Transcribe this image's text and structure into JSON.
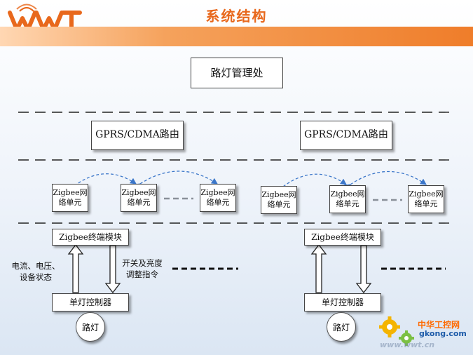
{
  "header": {
    "title": "系统结构",
    "logo_text": "WWT"
  },
  "top": {
    "management_label": "路灯管理处"
  },
  "routers": [
    {
      "label": "GPRS/CDMA路由"
    },
    {
      "label": "GPRS/CDMA路由"
    }
  ],
  "zigbee_nodes_left": [
    {
      "line1": "Zigbee网",
      "line2": "络单元"
    },
    {
      "line1": "Zigbee网",
      "line2": "络单元"
    },
    {
      "line1": "Zigbee网",
      "line2": "络单元"
    }
  ],
  "zigbee_nodes_right": [
    {
      "line1": "Zigbee网",
      "line2": "络单元"
    },
    {
      "line1": "Zigbee网",
      "line2": "络单元"
    },
    {
      "line1": "Zigbee网",
      "line2": "络单元"
    }
  ],
  "terminal_module": {
    "left": "Zigbee终端模块",
    "right": "Zigbee终端模块"
  },
  "controller": {
    "left": "单灯控制器",
    "right": "单灯控制器"
  },
  "lamp": {
    "left": "路灯",
    "right": "路灯"
  },
  "annotations": {
    "up_line1": "电流、电压、",
    "up_line2": "设备状态",
    "down_line1": "开关及亮度",
    "down_line2": "调整指令"
  },
  "watermark": {
    "title": "中华工控网",
    "sub": "gkong.com",
    "url": "www.wwt.cn"
  },
  "colors": {
    "accent": "#e8681c",
    "band": "#ef7d2a",
    "link_arrows": "#3b76c9"
  }
}
